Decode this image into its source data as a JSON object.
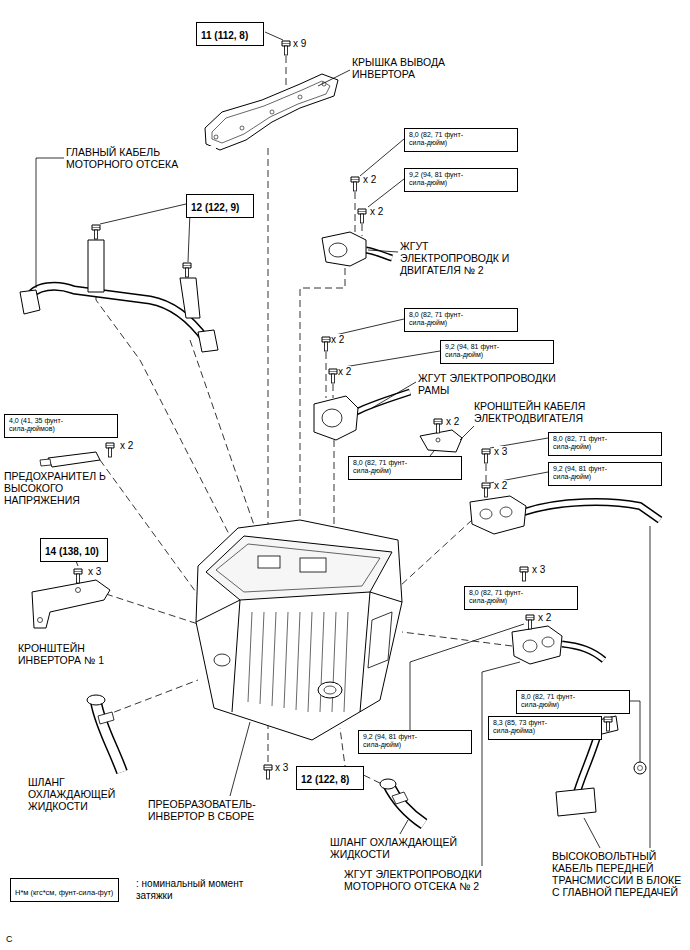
{
  "diagram": {
    "nodes": [
      {
        "text": [
          "11 (112, 8)"
        ]
      },
      {
        "text": [
          "8,0 (82, 71 фунт-сила-дюйм)"
        ]
      },
      {
        "text": [
          "9,2 (94, 81 фунт-сила-дюйм)"
        ]
      },
      {
        "text": [
          "12 (122, 9)"
        ]
      },
      {
        "text": [
          "8,0 (82, 71 фунт-сила-дюйм)"
        ]
      },
      {
        "text": [
          "9,2 (94, 81 фунт-сила-дюйм)"
        ]
      },
      {
        "text": [
          "4,0 (41, 35 фунт-сила-дюймов)"
        ]
      },
      {
        "text": [
          "8,0 (82, 71 фунт-сила-дюйм)"
        ]
      },
      {
        "text": [
          "8,0 (82, 71 фунт-сила-дюйм)"
        ]
      },
      {
        "text": [
          "9,2 (94, 81 фунт-сила-дюйм)"
        ]
      },
      {
        "text": [
          "14 (138, 10)"
        ]
      },
      {
        "text": [
          "8,0 (82, 71 фунт-сила-дюйм)"
        ]
      },
      {
        "text": [
          "8,0 (82, 71 фунт-сила-дюйм)"
        ]
      },
      {
        "text": [
          "8,3 (85, 73 фунт-сила-дюйма)"
        ]
      },
      {
        "text": [
          "9,2 (94, 81 фунт-сила-дюйм)"
        ]
      },
      {
        "text": [
          "12 (122, 8)"
        ]
      },
      {
        "text": [
          "Н*м (кгс*см, фунт-сила-фут)"
        ]
      }
    ],
    "labels": [
      "x 9",
      "КРЫШКА ВЫВОДА ИНВЕРТОРА",
      "ГЛАВНЫЙ КАБЕЛЬ МОТОРНОГО ОТСЕКА",
      "x 2",
      "x 2",
      "ЖГУТ ЭЛЕКТРОПРОВОДК И ДВИГАТЕЛЯ № 2",
      "x 2",
      "x 2",
      "ЖГУТ ЭЛЕКТРОПРОВОДКИ РАМЫ",
      "КРОНШТЕЙН КАБЕЛЯ ЭЛЕКТРОДВИГАТЕЛЯ",
      "x 2",
      "x 3",
      "x 2",
      "x 2",
      "ПРЕДОХРАНИТЕЛ Ь ВЫСОКОГО НАПРЯЖЕНИЯ",
      "x 3",
      "КРОНШТЕЙН ИНВЕРТОРА № 1",
      "x 3",
      "x 2",
      "ШЛАНГ ОХЛАЖДАЮЩЕЙ ЖИДКОСТИ",
      "x 3",
      "ПРЕОБРАЗОВАТЕЛЬ- ИНВЕРТОР В СБОРЕ",
      "ШЛАНГ ОХЛАЖДАЮЩЕЙ ЖИДКОСТИ",
      "ЖГУТ ЭЛЕКТРОПРОВОДКИ МОТОРНОГО ОТСЕКА № 2",
      "ВЫСОКОВОЛЬТНЫЙ КАБЕЛЬ ПЕРЕДНЕЙ ТРАНСМИССИИ В БЛОКЕ С ГЛАВНОЙ ПЕРЕДАЧЕЙ",
      "C"
    ],
    "legend": [
      {
        "text": ": номинальный момент затяжки"
      }
    ]
  }
}
